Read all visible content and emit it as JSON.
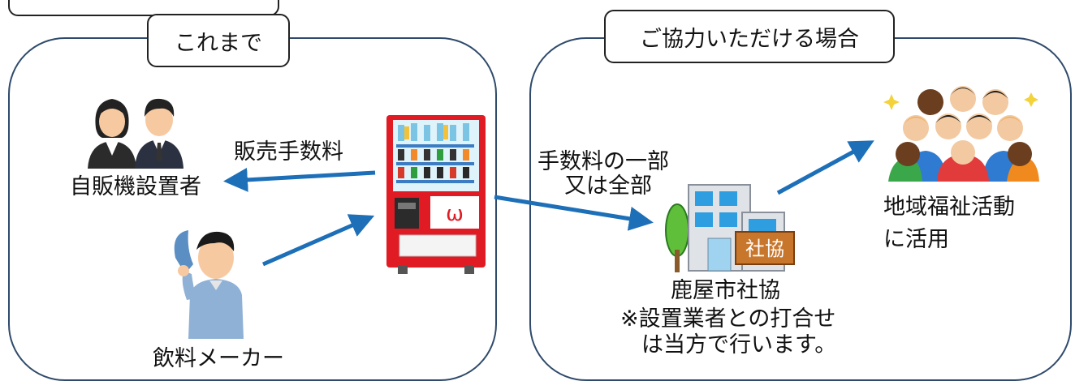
{
  "left_panel": {
    "title": "これまで"
  },
  "right_panel": {
    "title": "ご協力いただける場合"
  },
  "labels": {
    "owner": "自販機設置者",
    "commission": "販売手数料",
    "maker": "飲料メーカー",
    "fee_part_line1": "手数料の一部",
    "fee_part_line2": "又は全部",
    "council": "鹿屋市社協",
    "note_line1": "※設置業者との打合せ",
    "note_line2": "は当方で行います。",
    "welfare_line1": "地域福祉活動",
    "welfare_line2": "に活用",
    "building_sign": "社協",
    "vending_logo": "ω"
  },
  "icons": [
    "two-people-icon",
    "worker-icon",
    "vending-machine-icon",
    "building-icon",
    "crowd-icon"
  ],
  "colors": {
    "arrow": "#1d6fb8",
    "vending_red": "#e01b24",
    "panel_border": "#2f4a6b"
  }
}
